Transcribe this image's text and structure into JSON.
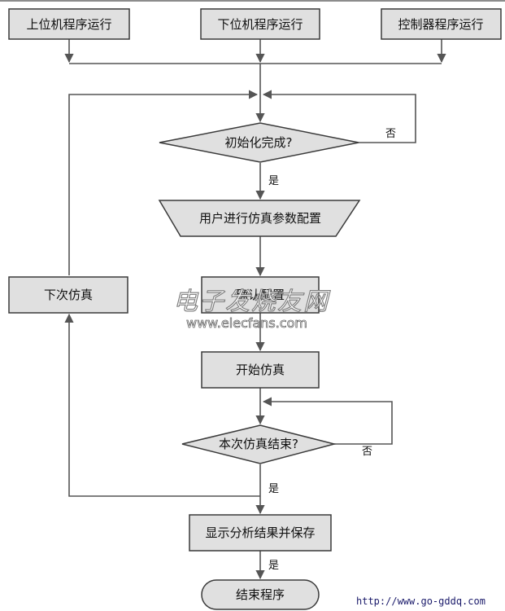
{
  "colors": {
    "node_fill": "#e0e0e0",
    "node_stroke": "#3a3a3a",
    "line": "#555555"
  },
  "nodes": {
    "upper_computer": "上位机程序运行",
    "lower_computer": "下位机程序运行",
    "controller": "控制器程序运行",
    "init_done": "初始化完成?",
    "user_config": "用户进行仿真参数配置",
    "confirm_config": "确认配置",
    "start_sim": "开始仿真",
    "sim_end": "本次仿真结束?",
    "show_save": "显示分析结果并保存",
    "end_program": "结束程序",
    "next_sim": "下次仿真"
  },
  "edge_labels": {
    "init_no": "否",
    "init_yes": "是",
    "sim_end_no": "否",
    "sim_end_yes": "是",
    "save_yes": "是"
  },
  "watermark": {
    "cn": "电子发烧友网",
    "url": "www.elecfans.com"
  },
  "footer_url": "http://www.go-gddq.com"
}
